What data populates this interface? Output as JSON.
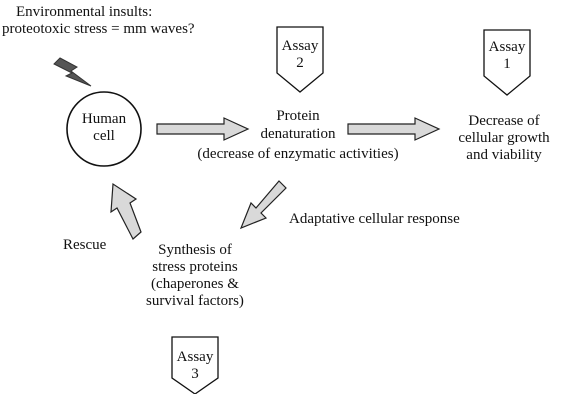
{
  "insult": {
    "line1": "Environmental insults:",
    "line2": "proteotoxic stress = mm waves?"
  },
  "cell": {
    "line1": "Human",
    "line2": "cell"
  },
  "denaturation": {
    "line1": "Protein",
    "line2": "denaturation",
    "line3": "(decrease of enzymatic activities)"
  },
  "decrease": {
    "line1": "Decrease of",
    "line2": "cellular growth",
    "line3": "and viability"
  },
  "synthesis": {
    "line1": "Synthesis of",
    "line2": "stress proteins",
    "line3": "(chaperones &",
    "line4": "survival factors)"
  },
  "adaptive_label": "Adaptative cellular response",
  "rescue_label": "Rescue",
  "assays": [
    {
      "word": "Assay",
      "number": "2"
    },
    {
      "word": "Assay",
      "number": "1"
    },
    {
      "word": "Assay",
      "number": "3"
    }
  ],
  "colors": {
    "arrow_fill": "#d9d9d9",
    "lightning_fill": "#555555",
    "stroke": "#222222"
  }
}
